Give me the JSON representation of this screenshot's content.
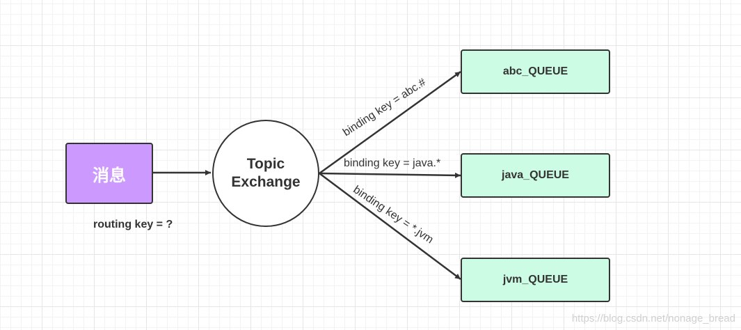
{
  "message": {
    "label": "消息",
    "routing_key": "routing key = ?"
  },
  "exchange": {
    "line1": "Topic",
    "line2": "Exchange"
  },
  "bindings": [
    {
      "key": "binding key = abc.#",
      "queue": "abc_QUEUE"
    },
    {
      "key": "binding key = java.*",
      "queue": "java_QUEUE"
    },
    {
      "key": "binding key = *.jvm",
      "queue": "jvm_QUEUE"
    }
  ],
  "watermark": "https://blog.csdn.net/nonage_bread",
  "colors": {
    "message_fill": "#cc99ff",
    "queue_fill": "#ccfce4",
    "stroke": "#333333"
  }
}
